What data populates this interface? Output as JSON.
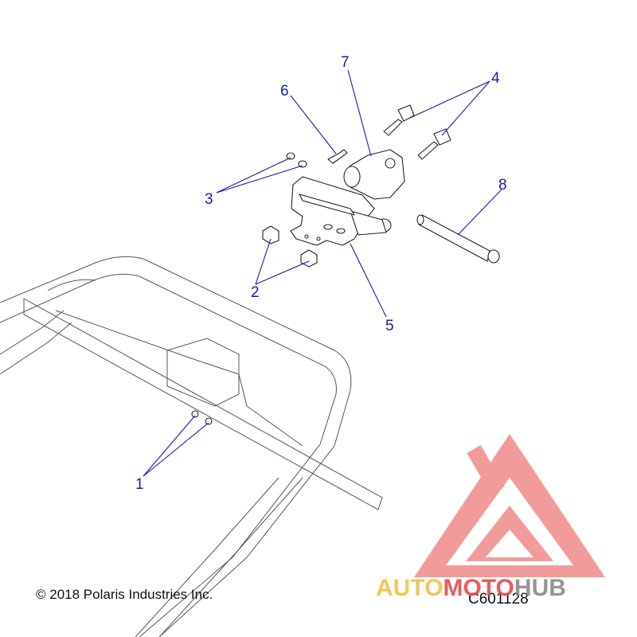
{
  "callouts": {
    "c1": "1",
    "c2": "2",
    "c3": "3",
    "c4": "4",
    "c5": "5",
    "c6": "6",
    "c7": "7",
    "c8": "8"
  },
  "footer": {
    "copyright": "© 2018 Polaris Industries Inc.",
    "drawing_code": "C601128"
  },
  "watermark": {
    "text_auto": "AUTO",
    "text_moto": "MOTO",
    "text_hub": "HUB",
    "logo_color": "#e84a4a",
    "auto_color": "#f2c14a",
    "hub_color": "#8a8a8a"
  },
  "colors": {
    "callout": "#1a1ab0",
    "line": "#222222"
  }
}
